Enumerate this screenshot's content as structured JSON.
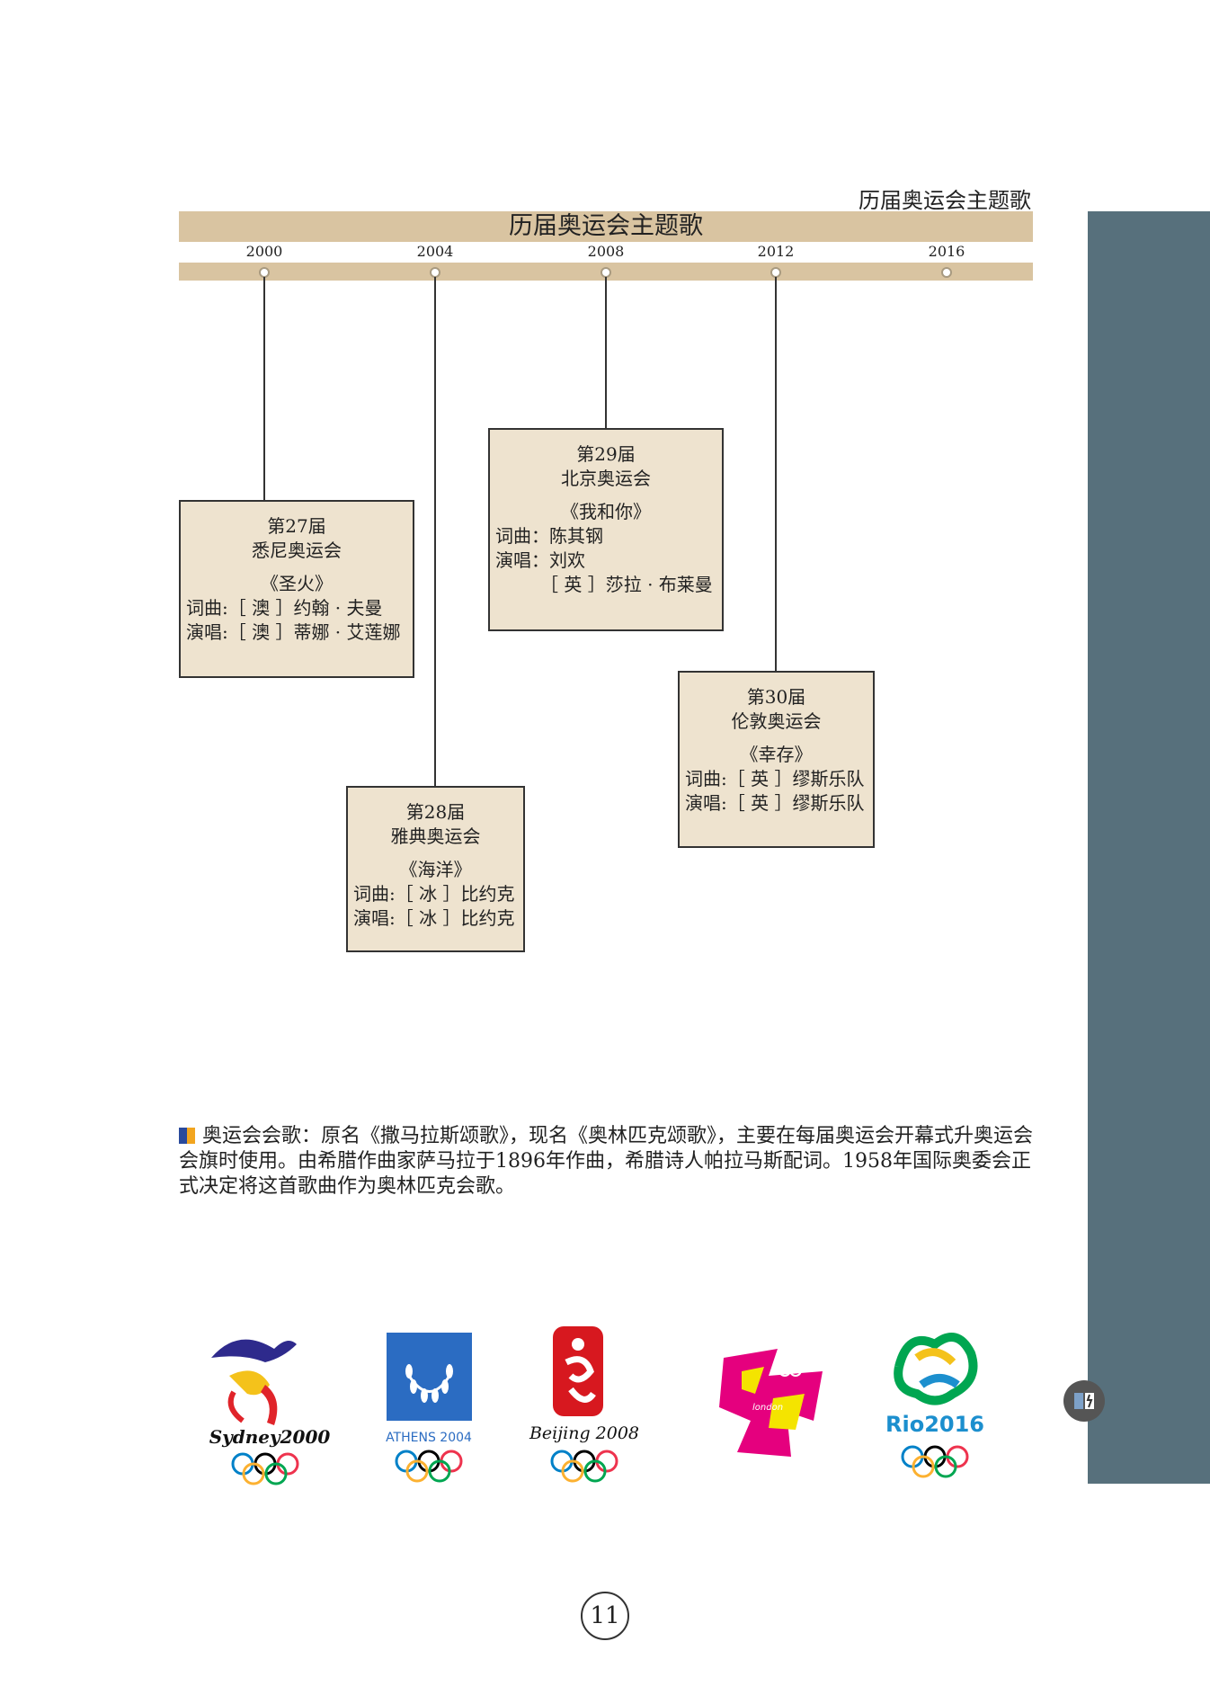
{
  "running_head": "历届奥运会主题歌",
  "timeline": {
    "title": "历届奥运会主题歌",
    "years": [
      "2000",
      "2004",
      "2008",
      "2012",
      "2016"
    ]
  },
  "cards": [
    {
      "edition": "第27届",
      "games": "悉尼奥运会",
      "song": "《圣火》",
      "lines": [
        "词曲:［ 澳 ］约翰 · 夫曼",
        "演唱:［ 澳 ］蒂娜 · 艾莲娜"
      ]
    },
    {
      "edition": "第28届",
      "games": "雅典奥运会",
      "song": "《海洋》",
      "lines": [
        "词曲:［ 冰 ］比约克",
        "演唱:［ 冰 ］比约克"
      ]
    },
    {
      "edition": "第29届",
      "games": "北京奥运会",
      "song": "《我和你》",
      "lines": [
        "词曲：陈其钢",
        "演唱：刘欢",
        "　　　［ 英 ］莎拉 · 布莱曼"
      ]
    },
    {
      "edition": "第30届",
      "games": "伦敦奥运会",
      "song": "《幸存》",
      "lines": [
        "词曲:［ 英 ］缪斯乐队",
        "演唱:［ 英 ］缪斯乐队"
      ]
    }
  ],
  "note": "奥运会会歌：原名《撒马拉斯颂歌》，现名《奥林匹克颂歌》，主要在每届奥运会开幕式升奥运会会旗时使用。由希腊作曲家萨马拉于1896年作曲，希腊诗人帕拉马斯配词。1958年国际奥委会正式决定将这首歌曲作为奥林匹克会歌。",
  "logos": [
    {
      "name": "sydney-2000-logo",
      "text": "Sydney2000"
    },
    {
      "name": "athens-2004-logo",
      "text": "ATHENS 2004"
    },
    {
      "name": "beijing-2008-logo",
      "text": "Beijing 2008"
    },
    {
      "name": "london-2012-logo",
      "text": "london"
    },
    {
      "name": "rio-2016-logo",
      "text": "Rio2016"
    }
  ],
  "page_number": "11",
  "colors": {
    "band": "#d9c4a1",
    "card_fill": "#eee3cf",
    "side_band": "#57707c"
  }
}
